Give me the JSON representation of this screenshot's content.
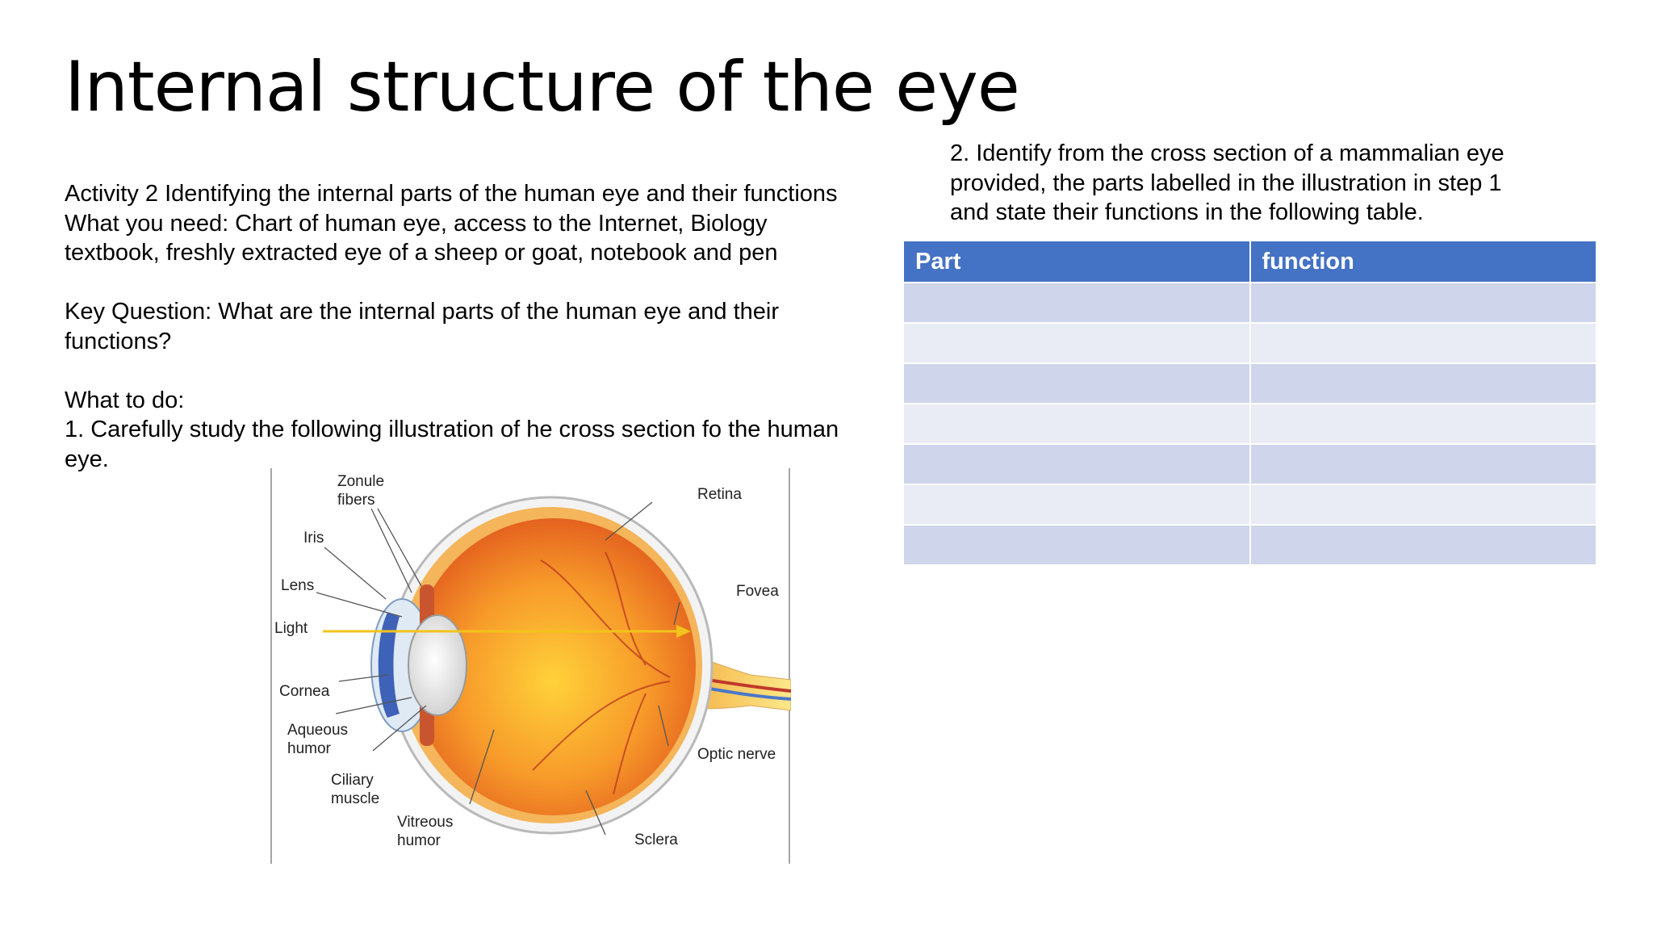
{
  "title": "Internal structure of the eye",
  "left_text": {
    "line1": "Activity 2 Identifying the internal parts of the human eye and their functions",
    "line2": "What you need: Chart of human eye, access to the Internet, Biology",
    "line3": "textbook, freshly extracted eye of a sheep or goat, notebook and pen",
    "line4": "Key Question: What are the internal parts of the human eye and their",
    "line5": "functions?",
    "line6": "What to do:",
    "line7": "1. Carefully study the following illustration of he cross section fo the human",
    "line8": "eye."
  },
  "right_text": {
    "line1": "2. Identify from the cross section of a mammalian eye",
    "line2": "provided, the parts labelled in the illustration in step 1",
    "line3": "and state their functions in the following table."
  },
  "table": {
    "headers": [
      "Part",
      "function"
    ],
    "rows": [
      [
        "",
        ""
      ],
      [
        "",
        ""
      ],
      [
        "",
        ""
      ],
      [
        "",
        ""
      ],
      [
        "",
        ""
      ],
      [
        "",
        ""
      ],
      [
        "",
        ""
      ]
    ]
  },
  "diagram": {
    "labels": {
      "zonule_1": "Zonule",
      "zonule_2": "fibers",
      "iris": "Iris",
      "lens": "Lens",
      "light": "Light",
      "cornea": "Cornea",
      "aqueous_1": "Aqueous",
      "aqueous_2": "humor",
      "ciliary_1": "Ciliary",
      "ciliary_2": "muscle",
      "vitreous_1": "Vitreous",
      "vitreous_2": "humor",
      "retina": "Retina",
      "fovea": "Fovea",
      "optic_nerve": "Optic nerve",
      "sclera": "Sclera"
    }
  },
  "colors": {
    "header_blue": "#4472c4",
    "row_band_dark": "#cfd5ea",
    "row_band_light": "#e9ebf5"
  }
}
